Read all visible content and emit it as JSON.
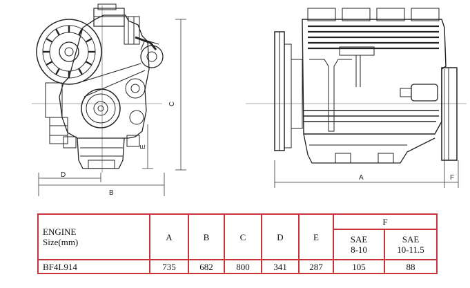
{
  "drawing_labels": {
    "front_view": {
      "b": "B",
      "c": "C",
      "d": "D",
      "e": "E"
    },
    "side_view": {
      "a": "A",
      "f": "F"
    }
  },
  "table": {
    "engine_header_line1": "ENGINE",
    "engine_header_line2": "Size(mm)",
    "headers": [
      "A",
      "B",
      "C",
      "D",
      "E"
    ],
    "f_header": "F",
    "f_sub": [
      {
        "line1": "SAE",
        "line2": "8-10"
      },
      {
        "line1": "SAE",
        "line2": "10-11.5"
      }
    ],
    "row": {
      "model": "BF4L914",
      "values": [
        "735",
        "682",
        "800",
        "341",
        "287",
        "105",
        "88"
      ]
    }
  },
  "colors": {
    "table_border": "#c8323a",
    "line": "#222222"
  }
}
